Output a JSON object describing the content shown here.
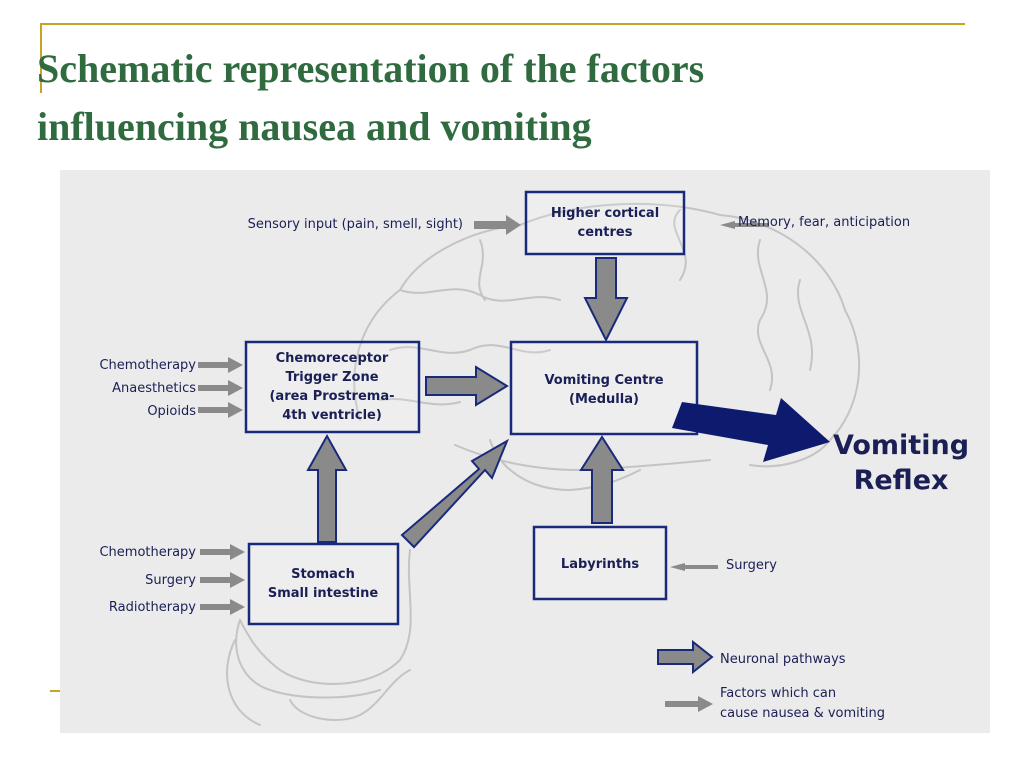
{
  "slide": {
    "title_line1": "Schematic representation of the factors",
    "title_line2": "influencing nausea and vomiting"
  },
  "diagram": {
    "boxes": {
      "higher_cortical": [
        "Higher cortical",
        "centres"
      ],
      "ctz": [
        "Chemoreceptor",
        "Trigger Zone",
        "(area Prostrema-",
        "4th ventricle)"
      ],
      "vomiting_centre": [
        "Vomiting Centre",
        "(Medulla)"
      ],
      "stomach": [
        "Stomach",
        "Small intestine"
      ],
      "labyrinths": [
        "Labyrinths"
      ]
    },
    "inputs": {
      "sensory": "Sensory input (pain, smell, sight)",
      "memory": "Memory, fear, anticipation",
      "ctz": [
        "Chemotherapy",
        "Anaesthetics",
        "Opioids"
      ],
      "stomach": [
        "Chemotherapy",
        "Surgery",
        "Radiotherapy"
      ],
      "labyrinths": "Surgery"
    },
    "outcome": [
      "Vomiting",
      "Reflex"
    ],
    "legend": {
      "neuronal": "Neuronal pathways",
      "factors": [
        "Factors which can",
        "cause nausea & vomiting"
      ]
    },
    "colors": {
      "box_border": "#1a2a7a",
      "text": "#1a1f55",
      "factor_arrow": "#8a8a8a",
      "reflex_arrow": "#0d1a6e",
      "title": "#2f6b3f",
      "accent_rule": "#c9a227"
    }
  }
}
